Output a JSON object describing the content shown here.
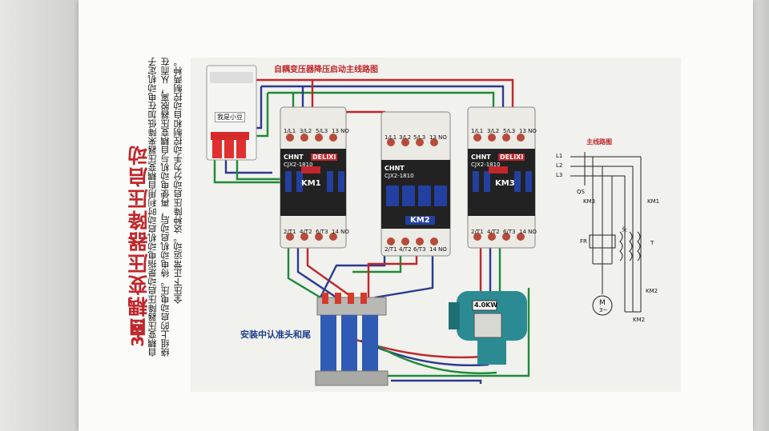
{
  "section": {
    "number": "38:",
    "title": "自耦变压器降压启动"
  },
  "body_text": [
    "自耦变压器降压启动是指电动机启动时利用自耦变压器来降低加在电动机定子",
    "绕组上的启动电压。待电动机启动后，再使电动机与自耦变压器脱离，从而在",
    "全压下正常运动。这种降压启动分为手动控制和自动控制两种。"
  ],
  "figure": {
    "main_title": "自耦变压器降压启动主线路图",
    "breaker_label": "我是小豆",
    "install_note": "安装中认准头和尾",
    "motor_badge": "4.0KW",
    "contactors": [
      {
        "brand": "CHNT",
        "model": "CJX2-1810",
        "logo": "DELIXI",
        "name": "KM1",
        "top_terminals": [
          "1/L1",
          "3/L2",
          "5/L3",
          "13 NO"
        ],
        "bottom_terminals": [
          "2/T1",
          "4/T2",
          "6/T3",
          "14 NO"
        ]
      },
      {
        "brand": "CHNT",
        "model": "CJX2-1810",
        "logo": "",
        "name": "KM2",
        "top_terminals": [
          "1/L1",
          "3/L2",
          "5/L3",
          "13 NO"
        ],
        "bottom_terminals": [
          "2/T1",
          "4/T2",
          "6/T3",
          "14 NO"
        ]
      },
      {
        "brand": "CHNT",
        "model": "CJX2-1810",
        "logo": "DELIXI",
        "name": "KM3",
        "top_terminals": [
          "1/L1",
          "3/L2",
          "5/L3",
          "13 NO"
        ],
        "bottom_terminals": [
          "2/T1",
          "4/T2",
          "6/T3",
          "14 NO"
        ]
      }
    ],
    "schematic": {
      "title": "主线路图",
      "labels": {
        "l1": "L1",
        "l2": "L2",
        "l3": "L3",
        "qs": "QS",
        "km3": "KM3",
        "km1": "KM1",
        "fr": "FR",
        "head": "头",
        "tail": "T",
        "km2": "KM2",
        "motor": "M",
        "motor_sub": "3~",
        "km2b": "KM2"
      }
    }
  },
  "colors": {
    "red": "#c0262b",
    "blue": "#2b3a8f",
    "green": "#1f8a3a",
    "contactor_body": "#ebeae5",
    "contactor_blue": "#2340a0",
    "transformer_blue": "#2f5bb5",
    "motor_teal": "#2c8b92"
  }
}
